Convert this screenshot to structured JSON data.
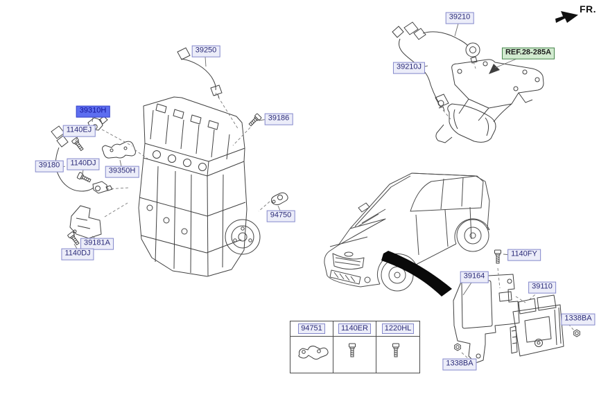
{
  "diagram": {
    "direction_label": "FR.",
    "selected_part": "39310H"
  },
  "parts": {
    "39250": "39250",
    "39310H": "39310H",
    "1140EJ": "1140EJ",
    "39180": "39180",
    "1140DJ": "1140DJ",
    "39350H": "39350H",
    "39186": "39186",
    "94750": "94750",
    "39181A": "39181A",
    "39210": "39210",
    "39210J": "39210J",
    "REF": "REF.28-285A",
    "1140FY": "1140FY",
    "39164": "39164",
    "39110": "39110",
    "1338BA": "1338BA"
  },
  "fastener_table": {
    "headers": [
      "94751",
      "1140ER",
      "1220HL"
    ]
  },
  "colors": {
    "label_background": "#ecedf9",
    "label_border": "#8488cb",
    "label_text": "#2a2a78",
    "highlight_background": "#5d6ef0",
    "highlight_text": "#141499",
    "reference_background": "#d2ebd0",
    "reference_border": "#44824a",
    "line_art": "#3f3f3f"
  }
}
